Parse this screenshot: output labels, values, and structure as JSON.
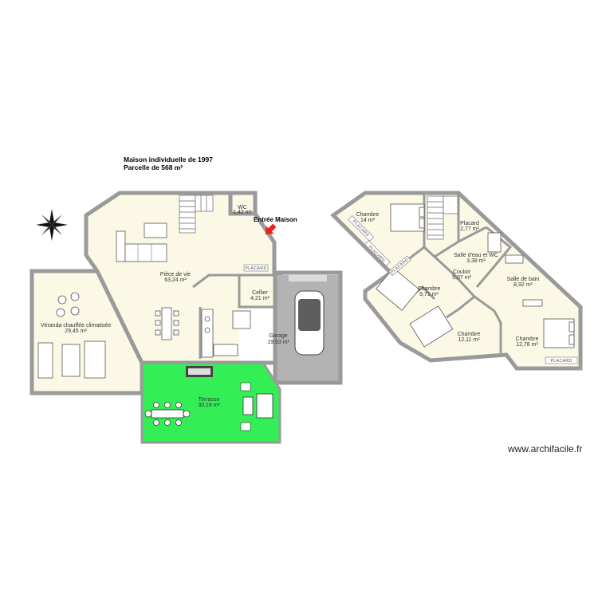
{
  "header": {
    "title_line1": "Maison individuelle de 1997",
    "title_line2": "Parcelle de 568 m²",
    "entrance_label": "Entrée Maison"
  },
  "brand": "www.archifacile.fr",
  "colors": {
    "room_fill": "#fbf9e6",
    "wall": "#9a9a9a",
    "terrace": "#33ee55",
    "garage": "#b3b3b3",
    "arrow": "#e8241f"
  },
  "icons": [
    "compass-rose-icon",
    "entrance-arrow-icon",
    "bed-icon",
    "car-icon",
    "sofa-icon",
    "dining-table-icon"
  ],
  "ground_floor": {
    "rooms": [
      {
        "name": "Pièce de vie",
        "area": "63,24 m²"
      },
      {
        "name": "Véranda chauffée climatisée",
        "area": "29,45 m²"
      },
      {
        "name": "WC",
        "area": "1,42 m²"
      },
      {
        "name": "Cellier",
        "area": "4,21 m²"
      },
      {
        "name": "Garage",
        "area": "19,53 m²"
      },
      {
        "name": "Terrasse",
        "area": "30,18 m²"
      }
    ],
    "placard": "PLACARD"
  },
  "upper_floor": {
    "rooms": [
      {
        "name": "Chambre",
        "area": "14 m²"
      },
      {
        "name": "Placard",
        "area": "2,77 m²"
      },
      {
        "name": "Salle d'eau et WC",
        "area": "3,38 m²"
      },
      {
        "name": "Couloir",
        "area": "5,07 m²"
      },
      {
        "name": "Salle de bain",
        "area": "8,92 m²"
      },
      {
        "name": "Chambre",
        "area": "9,71 m²"
      },
      {
        "name": "Chambre",
        "area": "12,11 m²"
      },
      {
        "name": "Chambre",
        "area": "12,78 m²"
      }
    ],
    "placards": [
      "PLACARD",
      "PLACARD",
      "PLACARD",
      "PLACARD"
    ]
  }
}
